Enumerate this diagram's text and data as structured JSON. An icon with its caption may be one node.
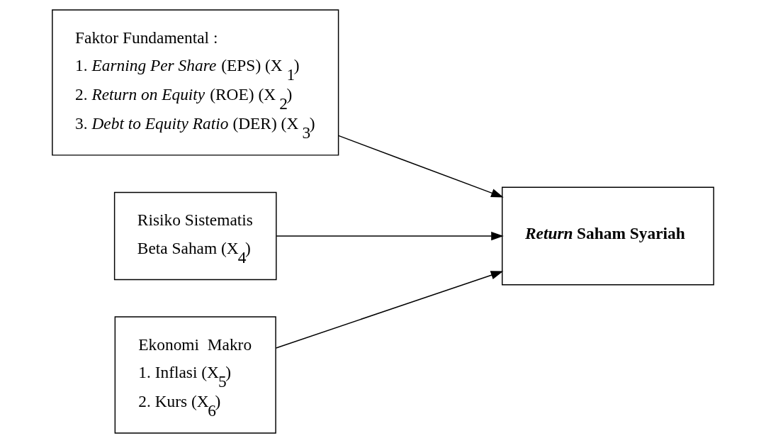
{
  "diagram": {
    "nodes": [
      {
        "text": [
          "Faktor Fundamental :",
          "1. *Earning Per Share* (EPS) (X$_{1}$)",
          "2. *Return on Equity* (ROE) (X$_{2}$)",
          "3. *Debt to Equity Ratio* (DER) (X$_{3}$)"
        ]
      },
      {
        "text": [
          "Risiko Sistematis",
          "Beta Saham (X$_{4}$)"
        ]
      },
      {
        "text": [
          "Ekonomi  Makro",
          "1. Inflasi (X$_{5}$)",
          "2. Kurs (X$_{6}$)"
        ]
      },
      {
        "text": [
          "*Return* Saham Syariah"
        ]
      }
    ],
    "edges": [
      {
        "from": 0,
        "to": 3,
        "arrow": "to"
      },
      {
        "from": 1,
        "to": 3,
        "arrow": "to"
      },
      {
        "from": 2,
        "to": 3,
        "arrow": "to"
      }
    ]
  }
}
